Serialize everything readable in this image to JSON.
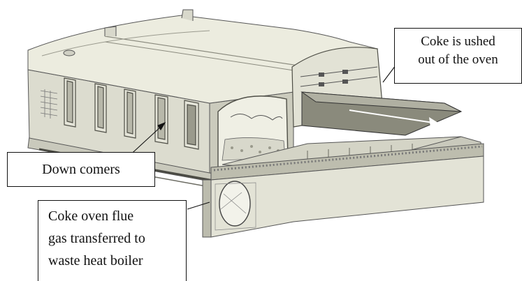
{
  "callouts": {
    "coke_pushed": [
      "Coke is ushed",
      "out of the oven"
    ],
    "down_comers": "Down comers",
    "flue_gas": [
      "Coke oven flue",
      "gas transferred to",
      "waste heat boiler"
    ]
  },
  "colors": {
    "ink": "#111111",
    "shell_light": "#e6e6d9",
    "shell_mid": "#d2d2c4",
    "shell_dark": "#a9a99a",
    "coke_slab": "#7f7f72",
    "arrow": "#ffffff"
  }
}
